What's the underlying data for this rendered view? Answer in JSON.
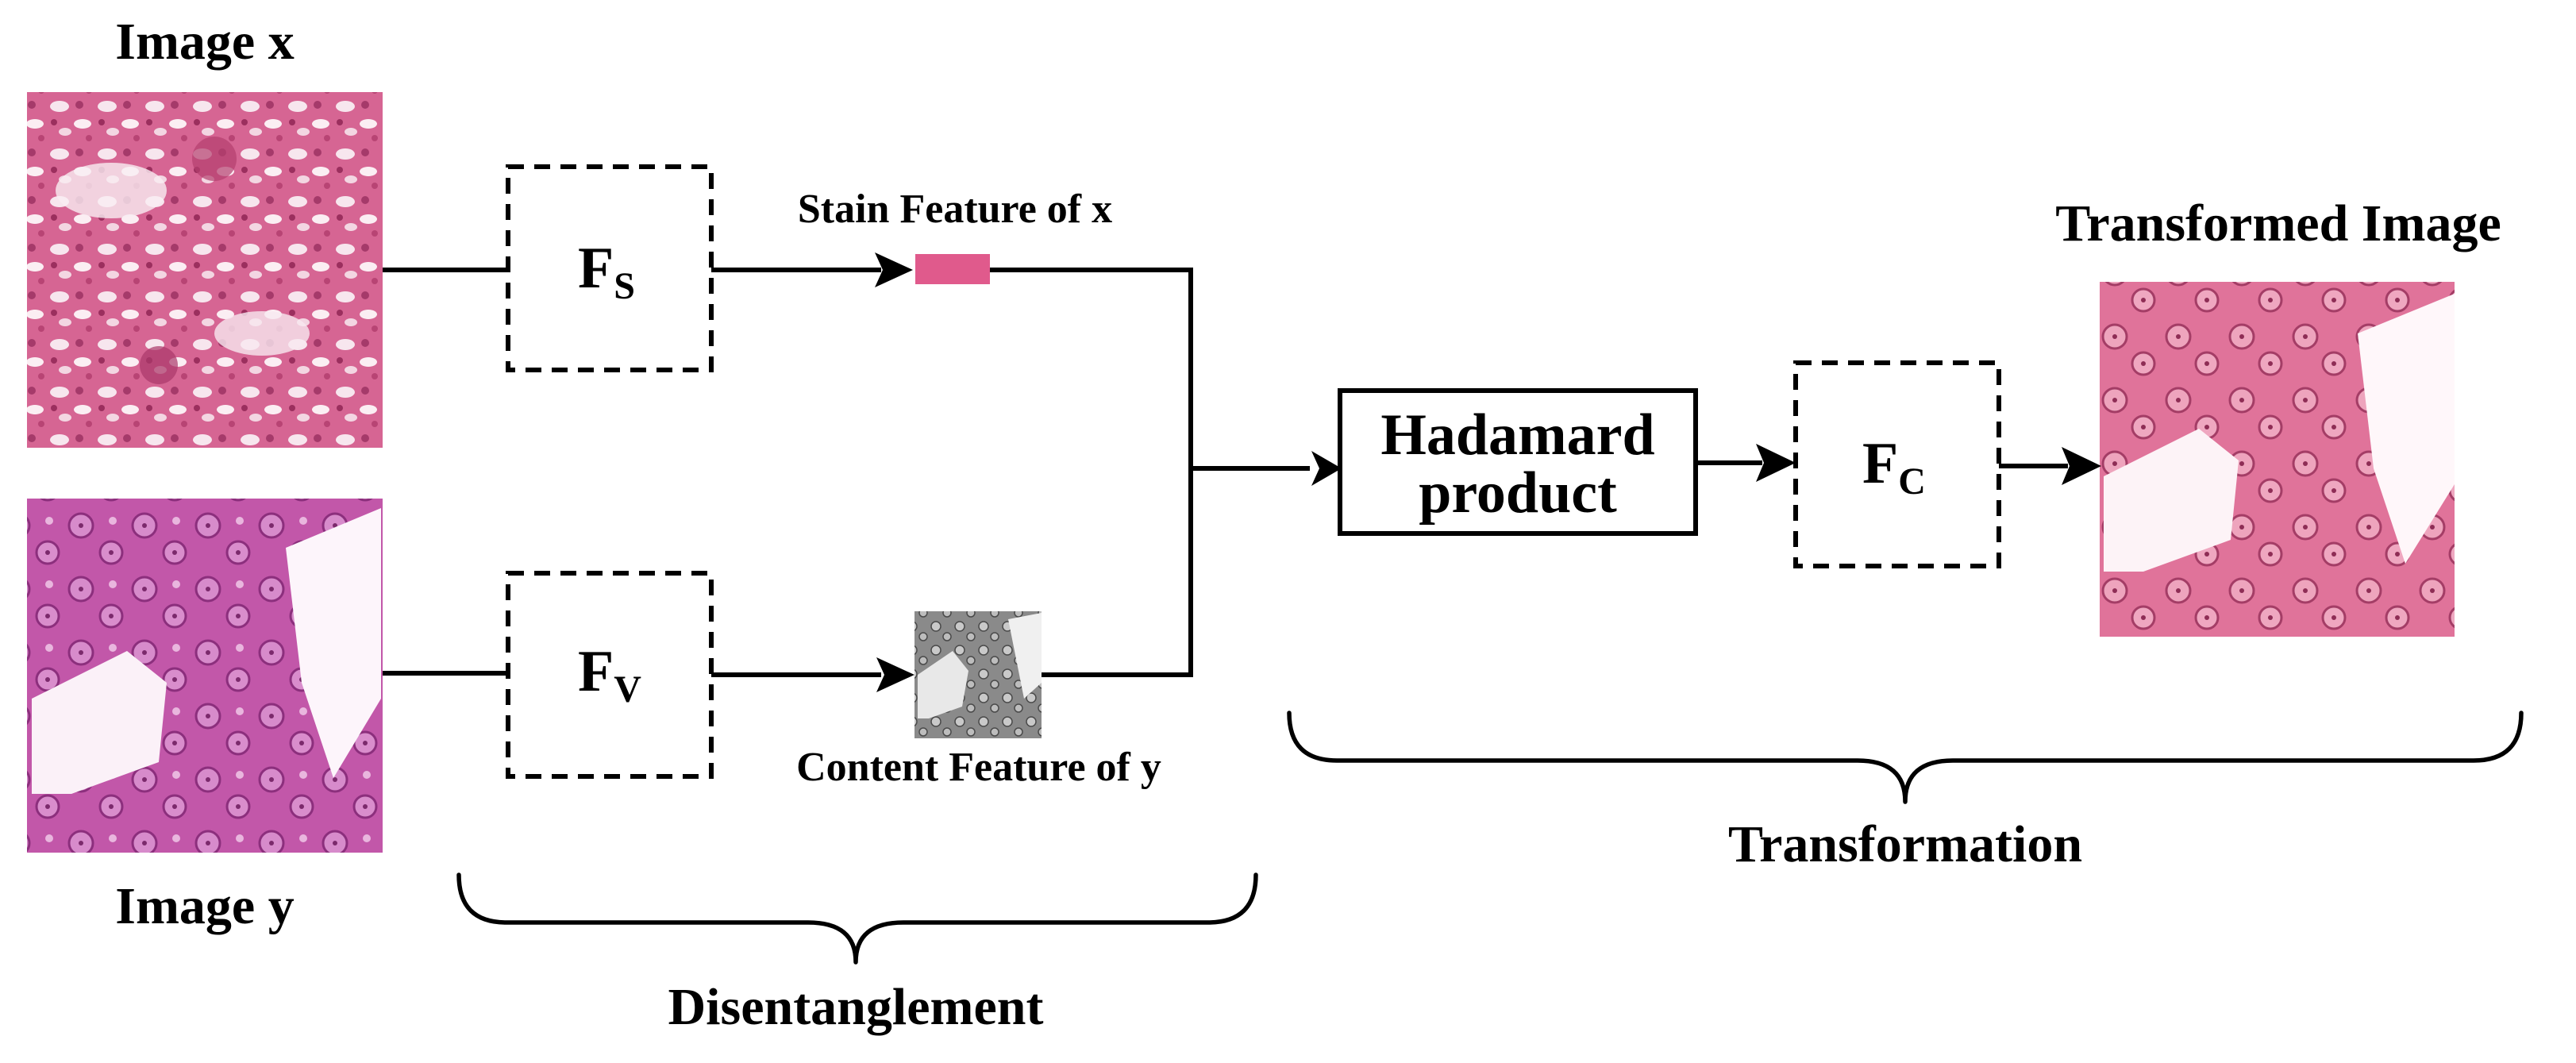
{
  "image_x": {
    "label": "Image x"
  },
  "image_y": {
    "label": "Image y"
  },
  "fs_block": {
    "main": "F",
    "sub": "S"
  },
  "fv_block": {
    "main": "F",
    "sub": "V"
  },
  "fc_block": {
    "main": "F",
    "sub": "C"
  },
  "stain_feature": {
    "label": "Stain Feature of x",
    "color": "#e05a8c"
  },
  "content_feature": {
    "label": "Content Feature of y"
  },
  "hadamard": {
    "line1": "Hadamard",
    "line2": "product"
  },
  "output": {
    "label": "Transformed Image"
  },
  "sections": {
    "disentanglement": "Disentanglement",
    "transformation": "Transformation"
  },
  "colors": {
    "tissue_x_bg": "#d66593",
    "tissue_y_bg": "#c257a9",
    "tissue_out_bg": "#e0739a",
    "content_gray": "#8a8a8a"
  }
}
